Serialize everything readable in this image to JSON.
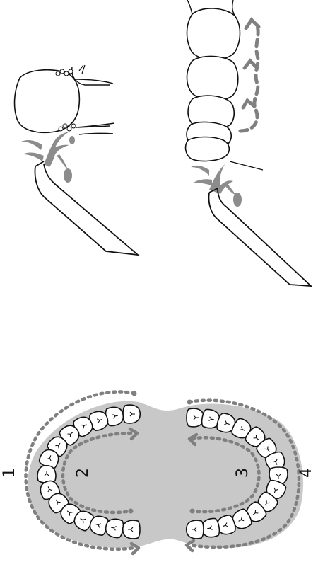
{
  "figure": {
    "labels": {
      "one": "1",
      "two": "2",
      "three": "3",
      "four": "4"
    }
  },
  "colors": {
    "ink": "#111111",
    "gum": "#c8c8c8",
    "arrow": "#808080",
    "spray": "#8c8c8c"
  }
}
